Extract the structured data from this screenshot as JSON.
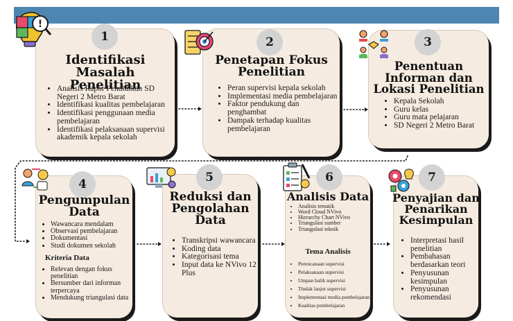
{
  "steps": [
    {
      "number": "1",
      "title_lines": [
        "Identifikasi Masalah",
        "Penelitian"
      ],
      "items": [
        "Analisis Rapor Pendidikan SD Negeri 2 Metro Barat",
        "Identifikasi kualitas pembelajaran",
        "Identifikasi penggunaan media pembelajaran",
        "Identifikasi pelaksanaan supervisi akademik kepala sekolah"
      ],
      "icon": "lightbulb-puzzle-icon"
    },
    {
      "number": "2",
      "title_lines": [
        "Penetapan Fokus",
        "Penelitian"
      ],
      "items": [
        "Peran supervisi kepala sekolah",
        "Implementasi media pembelajaran",
        "Faktor pendukung dan penghambat",
        "Dampak terhadap kualitas pembelajaran"
      ],
      "icon": "target-checklist-icon"
    },
    {
      "number": "3",
      "title_lines": [
        "Penentuan",
        "Informan dan",
        "Lokasi Penelitian"
      ],
      "items": [
        "Kepala Sekolah",
        "Guru kelas",
        "Guru mata pelajaran",
        "SD Negeri 2 Metro Barat"
      ],
      "icon": "people-handshake-icon"
    },
    {
      "number": "4",
      "title_lines": [
        "Pengumpulan",
        "Data"
      ],
      "items": [
        "Wawancara mendalam",
        "Observasi pembelajaran",
        "Dokumentasi",
        "Studi dokumen sekolah"
      ],
      "subheading": "Kriteria Data",
      "sub_items": [
        "Relevan dengan fokus penelitian",
        "Bersumber dari informan terpercaya",
        "Mendukung triangulasi data"
      ],
      "icon": "data-exchange-icon"
    },
    {
      "number": "5",
      "title_lines": [
        "Reduksi dan",
        "Pengolahan",
        "Data"
      ],
      "items": [
        "Transkripsi wawancara",
        "Koding data",
        "Kategorisasi tema",
        "Input data ke NVivo 12 Plus"
      ],
      "icon": "monitor-analytics-icon"
    },
    {
      "number": "6",
      "title_lines": [
        "Analisis Data"
      ],
      "items": [
        "Analisis tematik",
        "Word Cloud NVivo",
        "Hierarchy Chart NVivo",
        "Triangulasi sumber",
        "Triangulasi teknik"
      ],
      "subheading": "Tema Analisis",
      "sub_items": [
        "Perencanaan supervisi",
        "Pelaksanaan supervisi",
        "Umpan balik supervisi",
        "Tindak lanjut supervisi",
        "Implementasi media pembelajaran",
        "Kualitas pembelajaran"
      ],
      "icon": "clipboard-chart-icon"
    },
    {
      "number": "7",
      "title_lines": [
        "Penyajian dan",
        "Penarikan",
        "Kesimpulan"
      ],
      "items": [
        "Interpretasi hasil penelitian",
        "Pembahasan berdasarkan teori",
        "Penyusunan kesimpulan",
        "Penyusunan rekomendasi"
      ],
      "icon": "gears-bulb-icon"
    }
  ],
  "colors": {
    "header_bar": "#4e86b2",
    "card": "#f5ebe0",
    "badge": "#d3d3d3",
    "connector": "#1a1a1a"
  }
}
